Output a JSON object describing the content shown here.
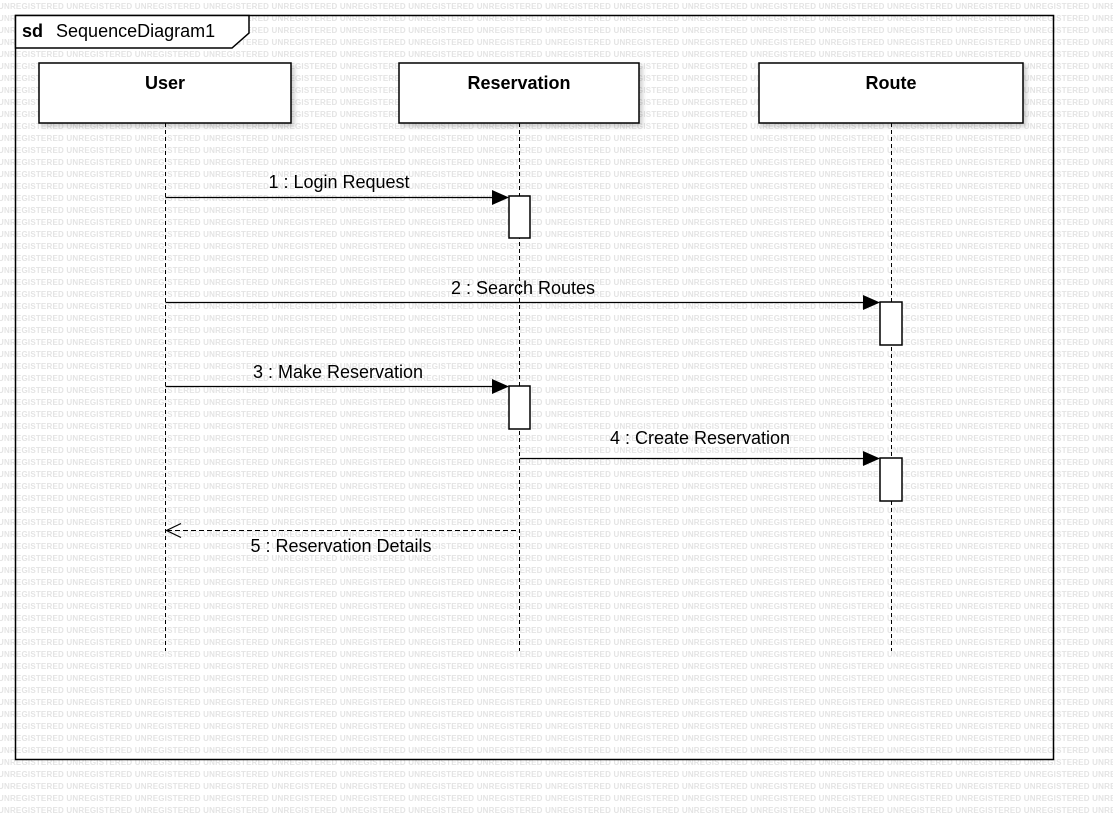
{
  "watermark": {
    "text": "UNREGISTERED"
  },
  "frame": {
    "keyword": "sd",
    "name": "SequenceDiagram1"
  },
  "lifelines": [
    {
      "id": "user",
      "name": "User"
    },
    {
      "id": "reservation",
      "name": "Reservation"
    },
    {
      "id": "route",
      "name": "Route"
    }
  ],
  "messages": [
    {
      "id": "m1",
      "label": "1 : Login Request",
      "from": "user",
      "to": "reservation",
      "kind": "synchronous"
    },
    {
      "id": "m2",
      "label": "2 : Search Routes",
      "from": "user",
      "to": "route",
      "kind": "synchronous"
    },
    {
      "id": "m3",
      "label": "3 : Make Reservation",
      "from": "user",
      "to": "reservation",
      "kind": "synchronous"
    },
    {
      "id": "m4",
      "label": "4 : Create Reservation",
      "from": "reservation",
      "to": "route",
      "kind": "synchronous"
    },
    {
      "id": "m5",
      "label": "5 : Reservation Details",
      "from": "reservation",
      "to": "user",
      "kind": "reply"
    }
  ],
  "colors": {
    "line": "#000000",
    "watermark": "#e4e4e4",
    "background": "#ffffff"
  }
}
